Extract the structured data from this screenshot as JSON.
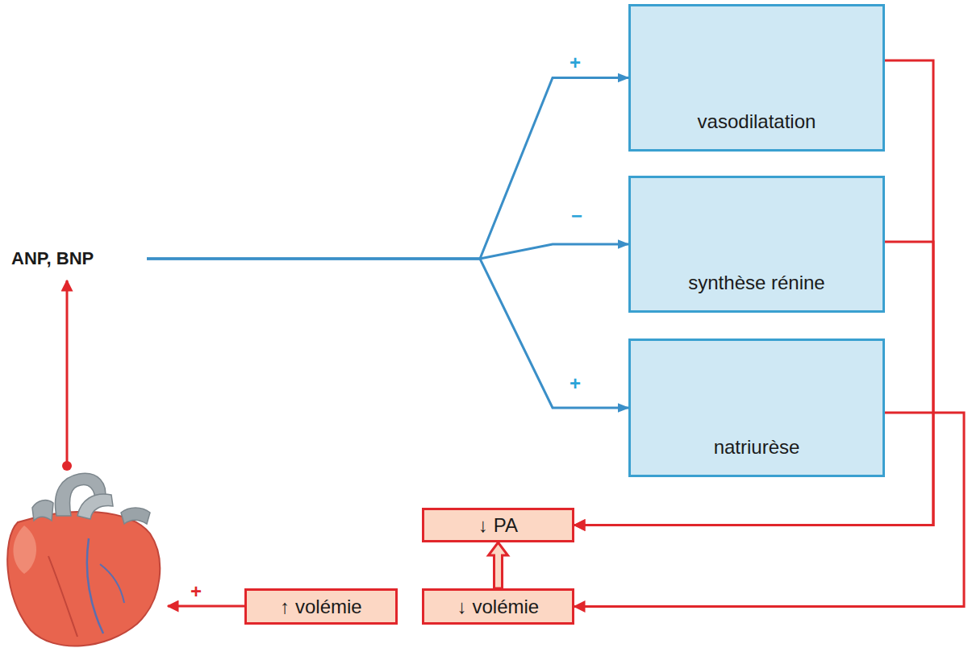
{
  "diagram": {
    "nodes": [
      {
        "text": [
          "ANP, BNP"
        ]
      },
      {
        "text": [
          "vasodilatation"
        ]
      },
      {
        "text": [
          "synthèse rénine"
        ]
      },
      {
        "text": [
          "natriurèse"
        ]
      },
      {
        "text": [
          "↓ PA"
        ]
      },
      {
        "text": [
          "↑ volémie"
        ]
      },
      {
        "text": [
          "↓ volémie"
        ]
      }
    ],
    "edges": [
      {
        "from": 0,
        "to": 1,
        "arrow": "to",
        "label": "+"
      },
      {
        "from": 0,
        "to": 2,
        "arrow": "to",
        "label": "−"
      },
      {
        "from": 0,
        "to": 3,
        "arrow": "to",
        "label": "+"
      },
      {
        "from": 1,
        "to": 4,
        "arrow": "to"
      },
      {
        "from": 2,
        "to": 4,
        "arrow": "to"
      },
      {
        "from": 3,
        "to": 6,
        "arrow": "to"
      },
      {
        "from": 6,
        "to": 4,
        "arrow": "to"
      }
    ],
    "labels": [
      "+"
    ]
  }
}
